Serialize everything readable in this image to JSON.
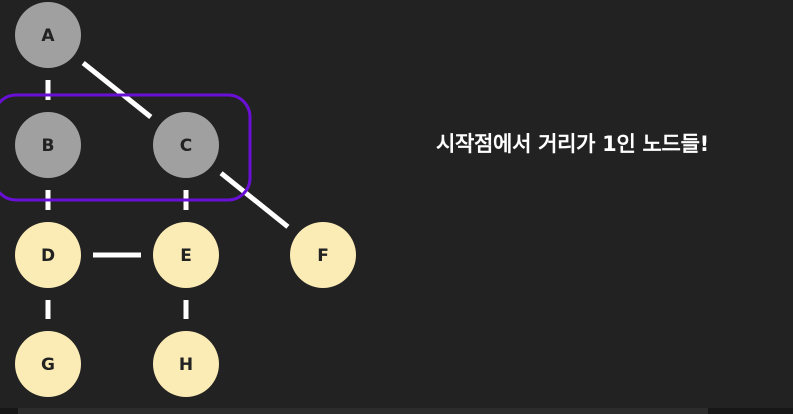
{
  "caption": "시작점에서 거리가 1인 노드들!",
  "colors": {
    "background": "#222222",
    "visited_node": "#a0a0a1",
    "unvisited_node": "#fbebb5",
    "edge": "#ffffff",
    "highlight_box": "#6a10d6"
  },
  "nodes": [
    {
      "id": "A",
      "label": "A",
      "state": "visited"
    },
    {
      "id": "B",
      "label": "B",
      "state": "visited"
    },
    {
      "id": "C",
      "label": "C",
      "state": "visited"
    },
    {
      "id": "D",
      "label": "D",
      "state": "unvisited"
    },
    {
      "id": "E",
      "label": "E",
      "state": "unvisited"
    },
    {
      "id": "F",
      "label": "F",
      "state": "unvisited"
    },
    {
      "id": "G",
      "label": "G",
      "state": "unvisited"
    },
    {
      "id": "H",
      "label": "H",
      "state": "unvisited"
    }
  ],
  "edges": [
    [
      "A",
      "B"
    ],
    [
      "A",
      "C"
    ],
    [
      "B",
      "D"
    ],
    [
      "C",
      "E"
    ],
    [
      "C",
      "F"
    ],
    [
      "D",
      "E"
    ],
    [
      "D",
      "G"
    ],
    [
      "E",
      "H"
    ]
  ],
  "highlight_group": [
    "B",
    "C"
  ]
}
